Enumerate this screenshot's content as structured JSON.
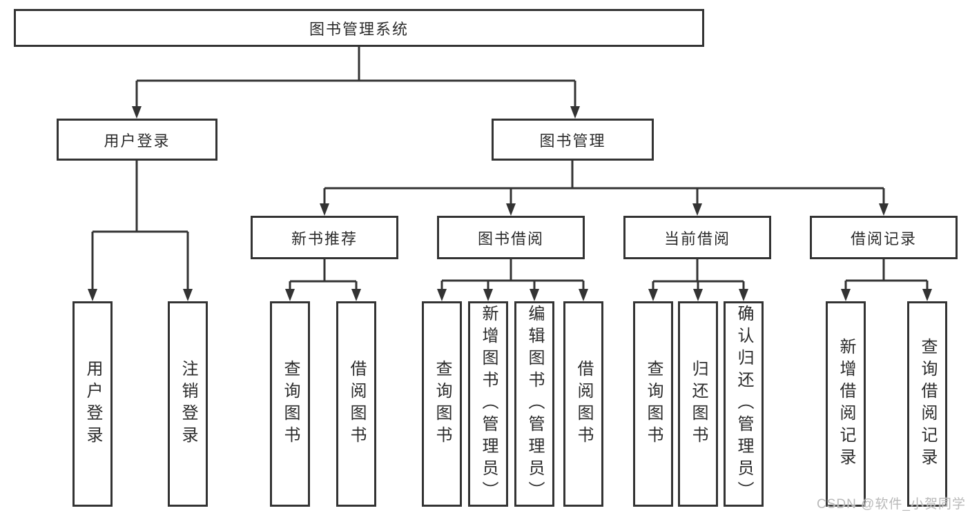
{
  "diagram": {
    "root": {
      "label": "图书管理系统"
    },
    "branches": [
      {
        "label": "用户登录",
        "children": [
          {
            "label": "用户登录"
          },
          {
            "label": "注销登录"
          }
        ]
      },
      {
        "label": "图书管理",
        "children": [
          {
            "label": "新书推荐",
            "children": [
              {
                "label": "查询图书"
              },
              {
                "label": "借阅图书"
              }
            ]
          },
          {
            "label": "图书借阅",
            "children": [
              {
                "label": "查询图书"
              },
              {
                "label": "新增图书（管理员）"
              },
              {
                "label": "编辑图书（管理员）"
              },
              {
                "label": "借阅图书"
              }
            ]
          },
          {
            "label": "当前借阅",
            "children": [
              {
                "label": "查询图书"
              },
              {
                "label": "归还图书"
              },
              {
                "label": "确认归还（管理员）"
              }
            ]
          },
          {
            "label": "借阅记录",
            "children": [
              {
                "label": "新增借阅记录"
              },
              {
                "label": "查询借阅记录"
              }
            ]
          }
        ]
      }
    ],
    "watermark": "CSDN @软件_小贺同学",
    "colors": {
      "line": "#333333",
      "border": "#333333",
      "text": "#2b2b2b",
      "watermark": "#b9b9b9",
      "background": "#ffffff"
    }
  }
}
